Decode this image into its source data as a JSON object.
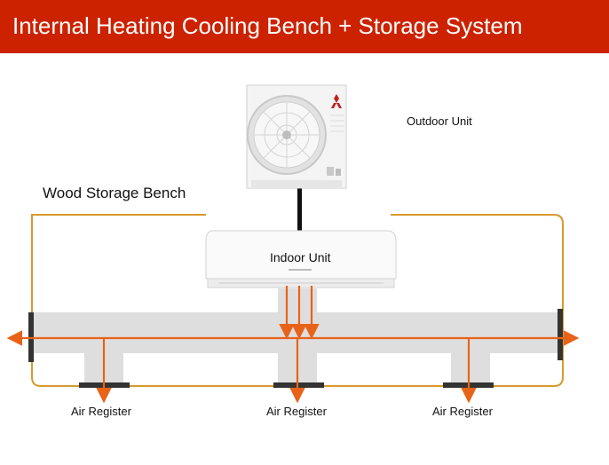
{
  "title": "Internal Heating Cooling Bench + Storage System",
  "labels": {
    "bench": "Wood Storage Bench",
    "outdoor_unit": "Outdoor Unit",
    "indoor_unit": "Indoor Unit",
    "registers": [
      "Air Register",
      "Air Register",
      "Air Register"
    ]
  },
  "colors": {
    "title_bar": "#cc2200",
    "airflow": "#e8631a",
    "bench_outline": "#d89a2e",
    "duct": "#dedede",
    "register": "#333333"
  },
  "icons": {
    "outdoor_unit": "outdoor-condenser-unit-icon",
    "indoor_unit": "wall-mounted-indoor-unit-icon",
    "brand": "brand-logo-icon"
  }
}
